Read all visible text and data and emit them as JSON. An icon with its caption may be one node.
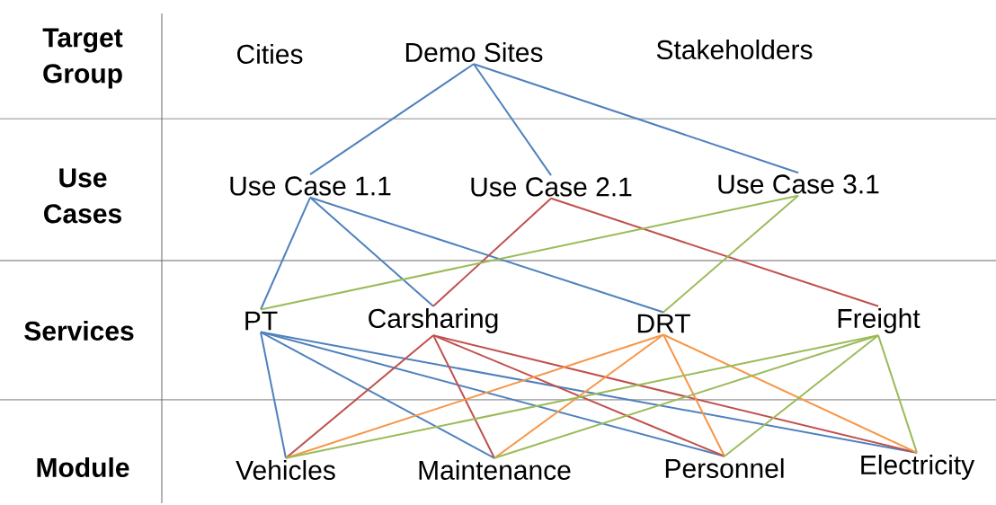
{
  "diagram": {
    "nodes": [
      {
        "text": [
          "Cities"
        ]
      },
      {
        "text": [
          "Demo Sites"
        ]
      },
      {
        "text": [
          "Stakeholders"
        ]
      },
      {
        "text": [
          "Use Case 1.1"
        ]
      },
      {
        "text": [
          "Use Case 2.1"
        ]
      },
      {
        "text": [
          "Use Case 3.1"
        ]
      },
      {
        "text": [
          "PT"
        ]
      },
      {
        "text": [
          "Carsharing"
        ]
      },
      {
        "text": [
          "DRT"
        ]
      },
      {
        "text": [
          "Freight"
        ]
      },
      {
        "text": [
          "Vehicles"
        ]
      },
      {
        "text": [
          "Maintenance"
        ]
      },
      {
        "text": [
          "Personnel"
        ]
      },
      {
        "text": [
          "Electricity"
        ]
      }
    ],
    "edges": [
      {
        "from": 1,
        "to": 3,
        "arrow": "none",
        "color": "#4f81bd"
      },
      {
        "from": 1,
        "to": 4,
        "arrow": "none",
        "color": "#4f81bd"
      },
      {
        "from": 1,
        "to": 5,
        "arrow": "none",
        "color": "#4f81bd"
      },
      {
        "from": 3,
        "to": 6,
        "arrow": "none",
        "color": "#4f81bd"
      },
      {
        "from": 3,
        "to": 7,
        "arrow": "none",
        "color": "#4f81bd"
      },
      {
        "from": 3,
        "to": 8,
        "arrow": "none",
        "color": "#4f81bd"
      },
      {
        "from": 4,
        "to": 7,
        "arrow": "none",
        "color": "#c0504d"
      },
      {
        "from": 4,
        "to": 9,
        "arrow": "none",
        "color": "#c0504d"
      },
      {
        "from": 5,
        "to": 6,
        "arrow": "none",
        "color": "#9bbb59"
      },
      {
        "from": 5,
        "to": 8,
        "arrow": "none",
        "color": "#9bbb59"
      },
      {
        "from": 6,
        "to": 10,
        "arrow": "none",
        "color": "#4f81bd"
      },
      {
        "from": 6,
        "to": 11,
        "arrow": "none",
        "color": "#4f81bd"
      },
      {
        "from": 6,
        "to": 12,
        "arrow": "none",
        "color": "#4f81bd"
      },
      {
        "from": 6,
        "to": 13,
        "arrow": "none",
        "color": "#4f81bd"
      },
      {
        "from": 7,
        "to": 10,
        "arrow": "none",
        "color": "#c0504d"
      },
      {
        "from": 7,
        "to": 11,
        "arrow": "none",
        "color": "#c0504d"
      },
      {
        "from": 7,
        "to": 12,
        "arrow": "none",
        "color": "#c0504d"
      },
      {
        "from": 7,
        "to": 13,
        "arrow": "none",
        "color": "#c0504d"
      },
      {
        "from": 8,
        "to": 10,
        "arrow": "none",
        "color": "#f79646"
      },
      {
        "from": 8,
        "to": 11,
        "arrow": "none",
        "color": "#f79646"
      },
      {
        "from": 8,
        "to": 12,
        "arrow": "none",
        "color": "#f79646"
      },
      {
        "from": 8,
        "to": 13,
        "arrow": "none",
        "color": "#f79646"
      },
      {
        "from": 9,
        "to": 10,
        "arrow": "none",
        "color": "#9bbb59"
      },
      {
        "from": 9,
        "to": 11,
        "arrow": "none",
        "color": "#9bbb59"
      },
      {
        "from": 9,
        "to": 12,
        "arrow": "none",
        "color": "#9bbb59"
      },
      {
        "from": 9,
        "to": 13,
        "arrow": "none",
        "color": "#9bbb59"
      }
    ],
    "labels": [
      "Target Group",
      "Use Cases",
      "Services",
      "Module"
    ]
  }
}
